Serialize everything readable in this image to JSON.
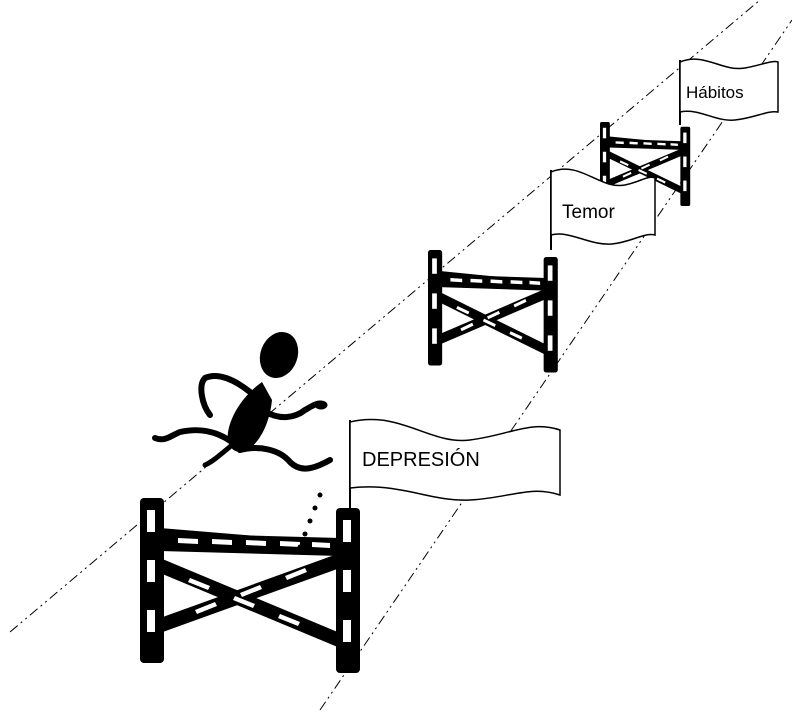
{
  "flags": {
    "depresion": "DEPRESIÓN",
    "temor": "Temor",
    "habitos": "Hábitos"
  },
  "colors": {
    "ink": "#000000",
    "paper": "#ffffff"
  }
}
